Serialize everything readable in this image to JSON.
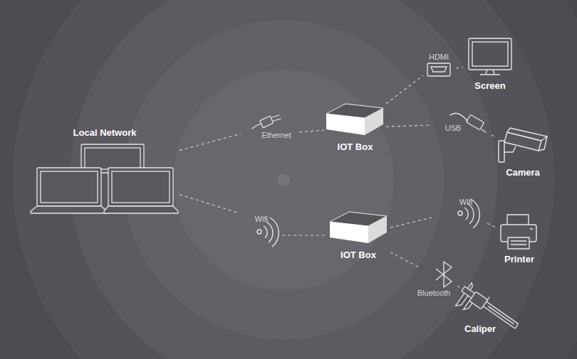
{
  "diagram": {
    "nodes": [
      {
        "text": [
          "Local Network"
        ]
      },
      {
        "text": [
          "IOT Box"
        ]
      },
      {
        "text": [
          "IOT Box"
        ]
      },
      {
        "text": [
          "Screen"
        ]
      },
      {
        "text": [
          "Camera"
        ]
      },
      {
        "text": [
          "Printer"
        ]
      },
      {
        "text": [
          "Caliper"
        ]
      }
    ],
    "edges": [
      {
        "from": 0,
        "to": 1,
        "label": "Ethernet",
        "arrow": "none"
      },
      {
        "from": 0,
        "to": 2,
        "label": "Wifi",
        "arrow": "none"
      },
      {
        "from": 1,
        "to": 3,
        "label": "HDMI",
        "arrow": "none"
      },
      {
        "from": 1,
        "to": 4,
        "label": "USB",
        "arrow": "none"
      },
      {
        "from": 2,
        "to": 5,
        "label": "Wifi",
        "arrow": "none"
      },
      {
        "from": 2,
        "to": 6,
        "label": "Bluetooth",
        "arrow": "none"
      }
    ]
  }
}
